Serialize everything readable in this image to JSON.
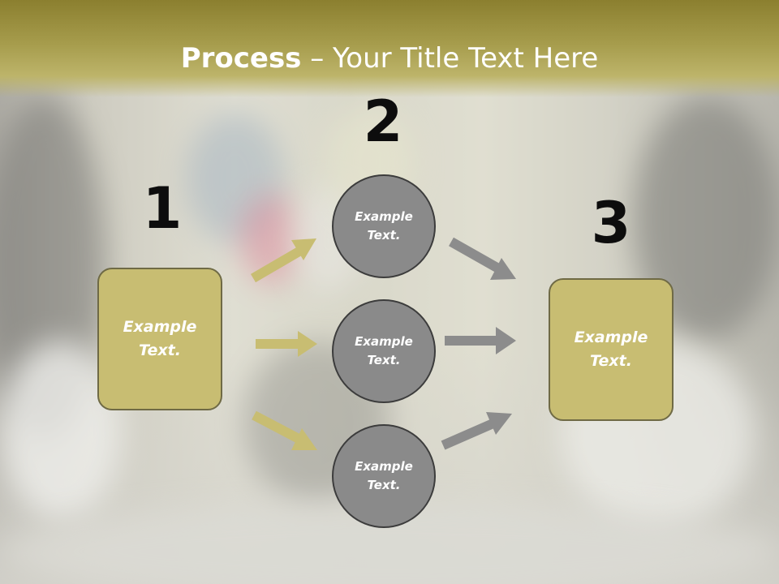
{
  "title": {
    "bold": "Process",
    "rest": " – Your Title Text Here"
  },
  "steps": {
    "one": {
      "number": "1",
      "box_label": "Example Text."
    },
    "two": {
      "number": "2",
      "circles": [
        "Example Text.",
        "Example Text.",
        "Example Text."
      ]
    },
    "three": {
      "number": "3",
      "box_label": "Example Text."
    }
  },
  "colors": {
    "header": "#a69c4c",
    "box_fill": "#c8bd72",
    "circle_fill": "#8a8a8a",
    "arrow_gold": "#c8bd72",
    "arrow_gray": "#8c8c8c"
  }
}
